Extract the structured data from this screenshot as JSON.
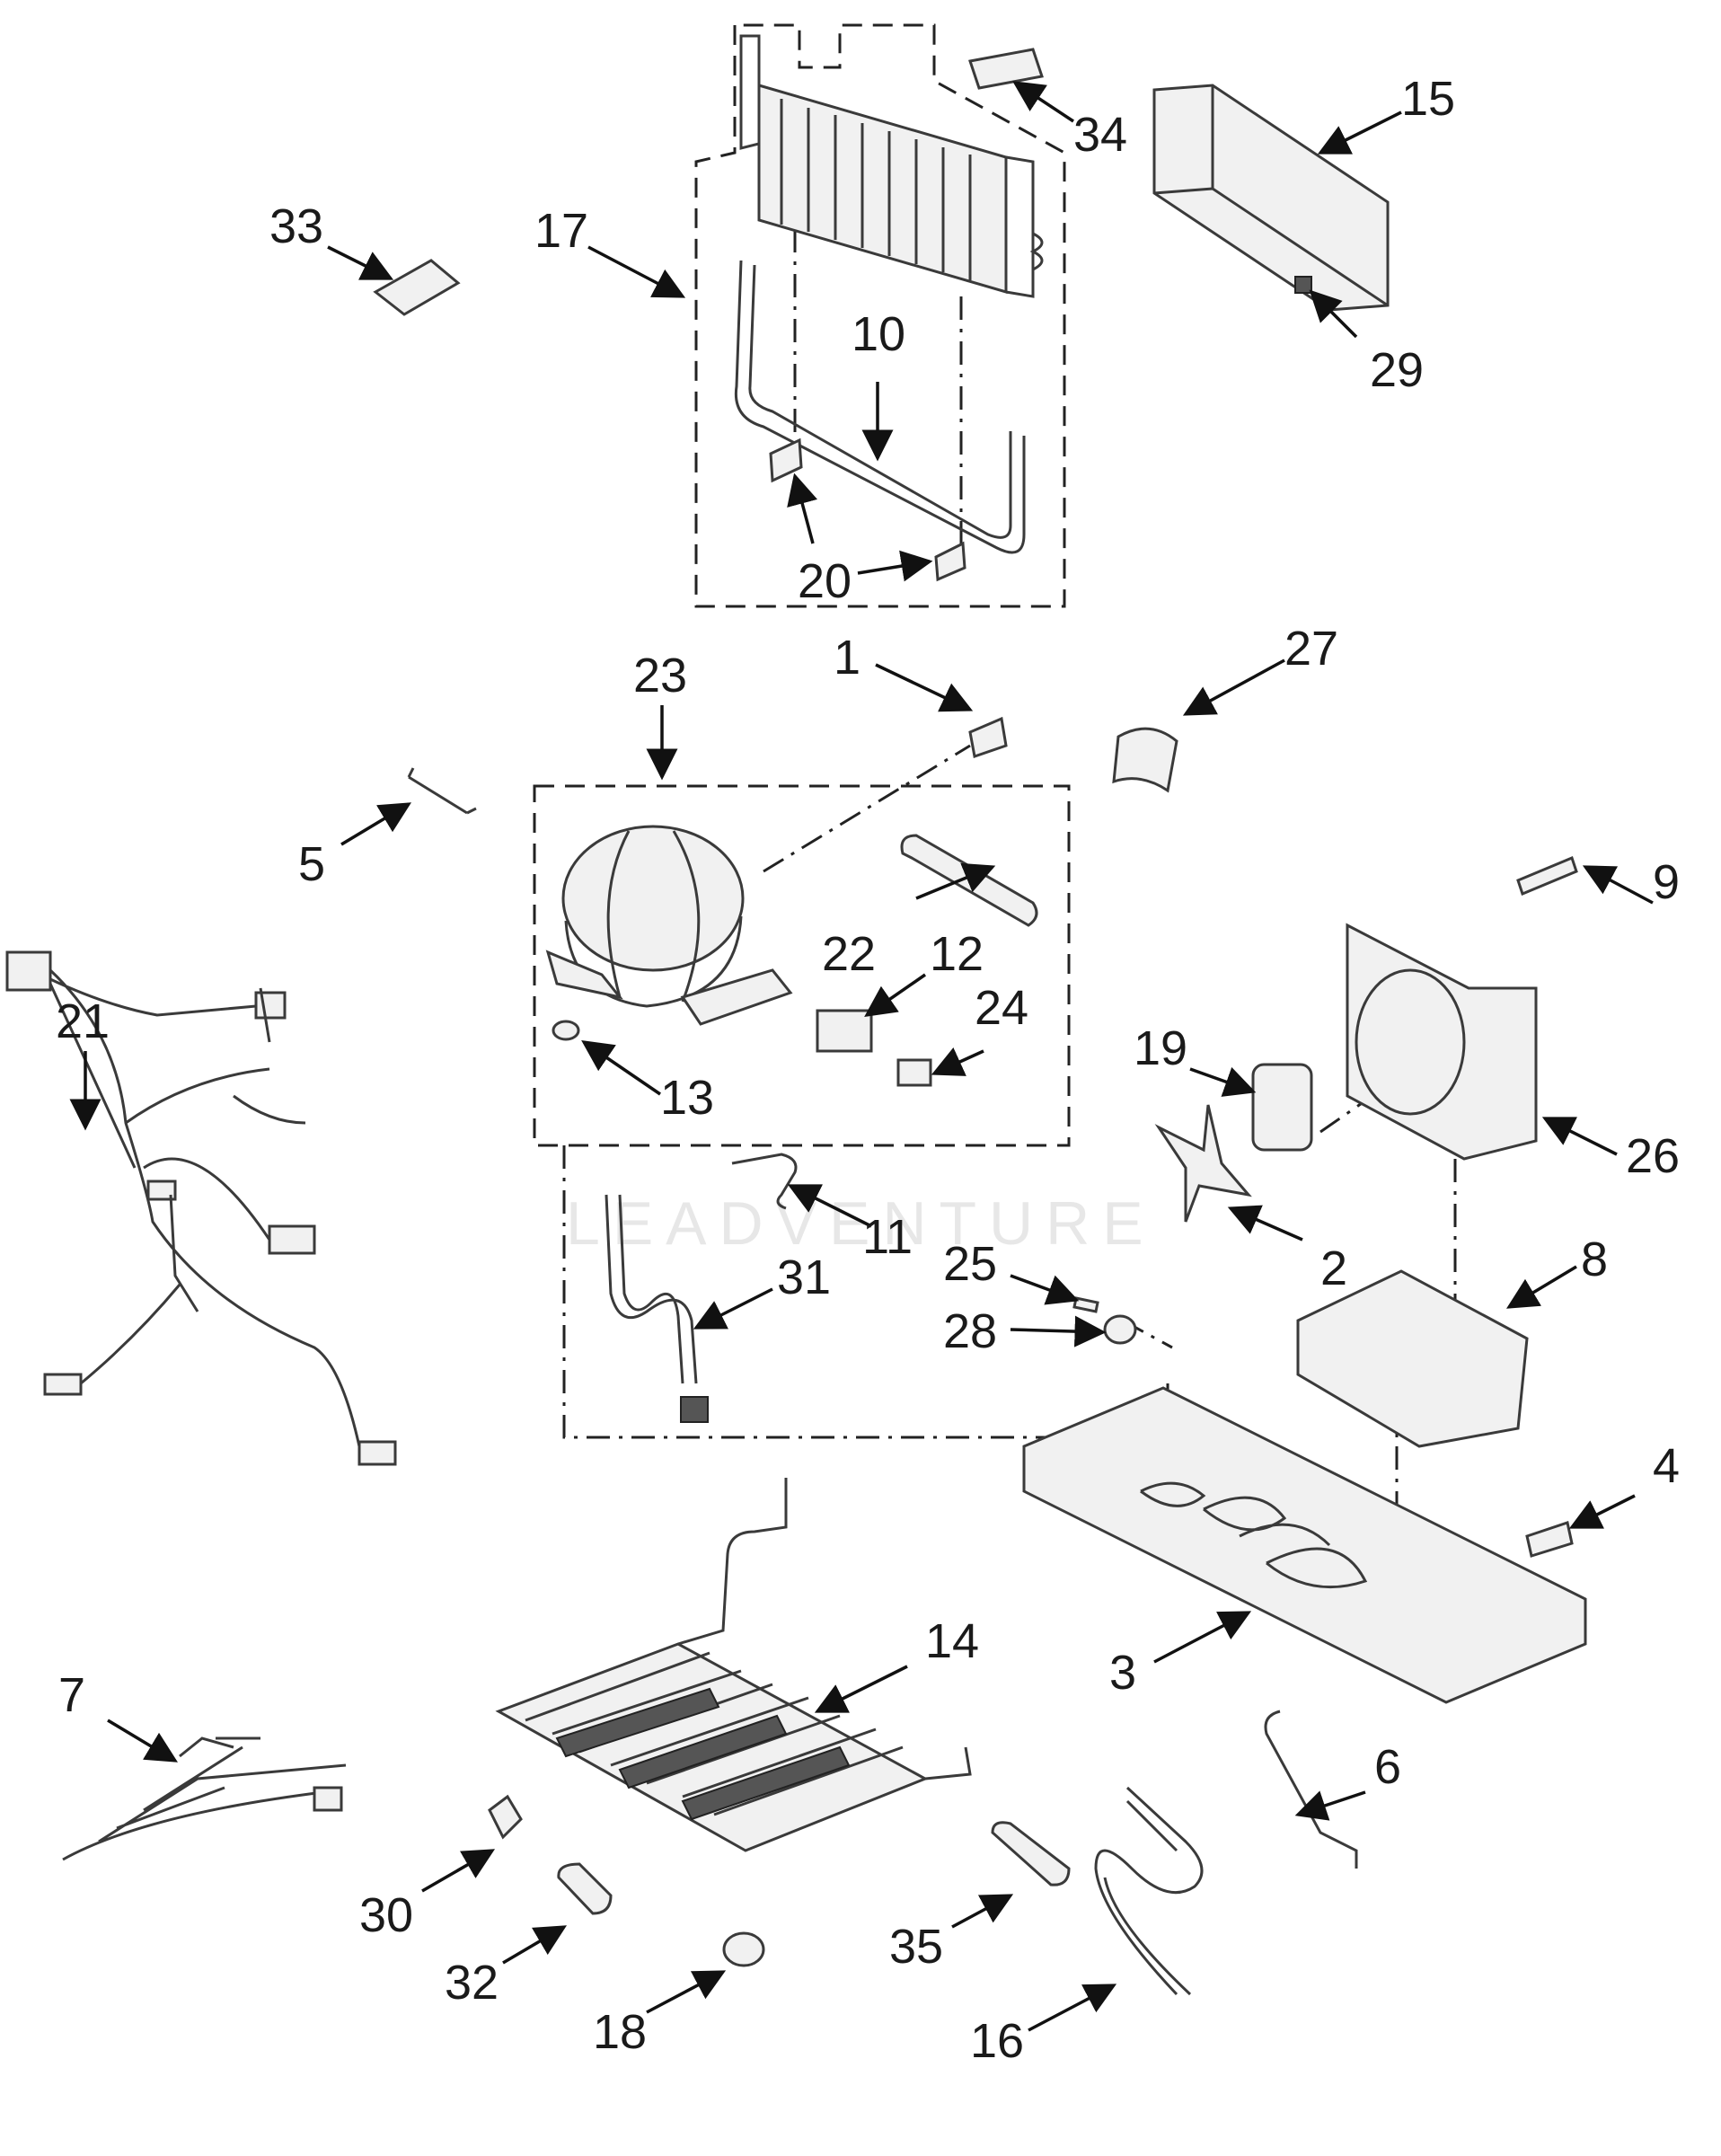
{
  "watermark": "LEADVENTURE",
  "callouts": [
    {
      "id": "c1",
      "label": "1"
    },
    {
      "id": "c2",
      "label": "2"
    },
    {
      "id": "c3",
      "label": "3"
    },
    {
      "id": "c4",
      "label": "4"
    },
    {
      "id": "c5",
      "label": "5"
    },
    {
      "id": "c6",
      "label": "6"
    },
    {
      "id": "c7",
      "label": "7"
    },
    {
      "id": "c8",
      "label": "8"
    },
    {
      "id": "c9",
      "label": "9"
    },
    {
      "id": "c10",
      "label": "10"
    },
    {
      "id": "c11",
      "label": "11"
    },
    {
      "id": "c12",
      "label": "12"
    },
    {
      "id": "c13",
      "label": "13"
    },
    {
      "id": "c14",
      "label": "14"
    },
    {
      "id": "c15",
      "label": "15"
    },
    {
      "id": "c16",
      "label": "16"
    },
    {
      "id": "c17",
      "label": "17"
    },
    {
      "id": "c18",
      "label": "18"
    },
    {
      "id": "c19",
      "label": "19"
    },
    {
      "id": "c20",
      "label": "20"
    },
    {
      "id": "c21",
      "label": "21"
    },
    {
      "id": "c22",
      "label": "22"
    },
    {
      "id": "c23",
      "label": "23"
    },
    {
      "id": "c24",
      "label": "24"
    },
    {
      "id": "c25",
      "label": "25"
    },
    {
      "id": "c26",
      "label": "26"
    },
    {
      "id": "c27",
      "label": "27"
    },
    {
      "id": "c28",
      "label": "28"
    },
    {
      "id": "c29",
      "label": "29"
    },
    {
      "id": "c30",
      "label": "30"
    },
    {
      "id": "c31",
      "label": "31"
    },
    {
      "id": "c32",
      "label": "32"
    },
    {
      "id": "c33",
      "label": "33"
    },
    {
      "id": "c34",
      "label": "34"
    },
    {
      "id": "c35",
      "label": "35"
    }
  ]
}
